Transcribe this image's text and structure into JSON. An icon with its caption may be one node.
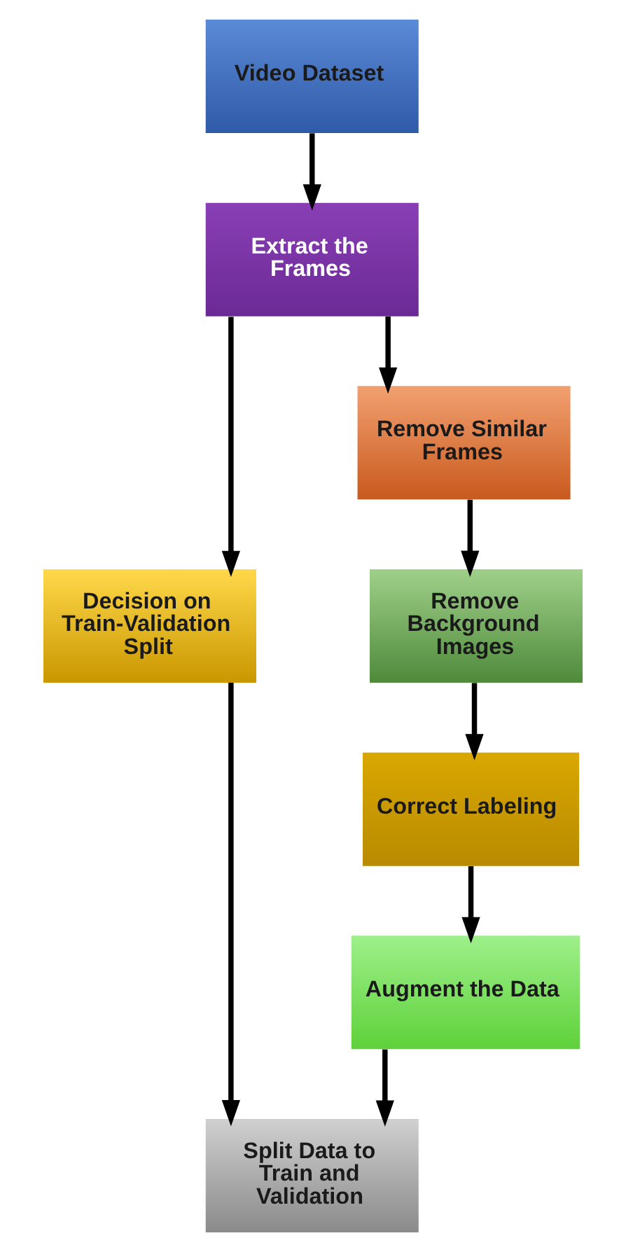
{
  "diagram": {
    "nodes": [
      {
        "text": [
          "Video Dataset"
        ]
      },
      {
        "text": [
          "Extract the Frames"
        ]
      },
      {
        "text": [
          "Remove Similar Frames"
        ]
      },
      {
        "text": [
          "Decision on Train-Validation Split"
        ]
      },
      {
        "text": [
          "Remove Background Images"
        ]
      },
      {
        "text": [
          "Correct Labeling"
        ]
      },
      {
        "text": [
          "Augment the Data"
        ]
      },
      {
        "text": [
          "Split Data to Train and Validation"
        ]
      }
    ],
    "edges": [
      {
        "from": 0,
        "to": 1,
        "arrow": "to"
      },
      {
        "from": 1,
        "to": 3,
        "arrow": "to"
      },
      {
        "from": 1,
        "to": 2,
        "arrow": "to"
      },
      {
        "from": 2,
        "to": 4,
        "arrow": "to"
      },
      {
        "from": 4,
        "to": 5,
        "arrow": "to"
      },
      {
        "from": 5,
        "to": 6,
        "arrow": "to"
      },
      {
        "from": 3,
        "to": 7,
        "arrow": "to"
      },
      {
        "from": 6,
        "to": 7,
        "arrow": "to"
      }
    ]
  }
}
